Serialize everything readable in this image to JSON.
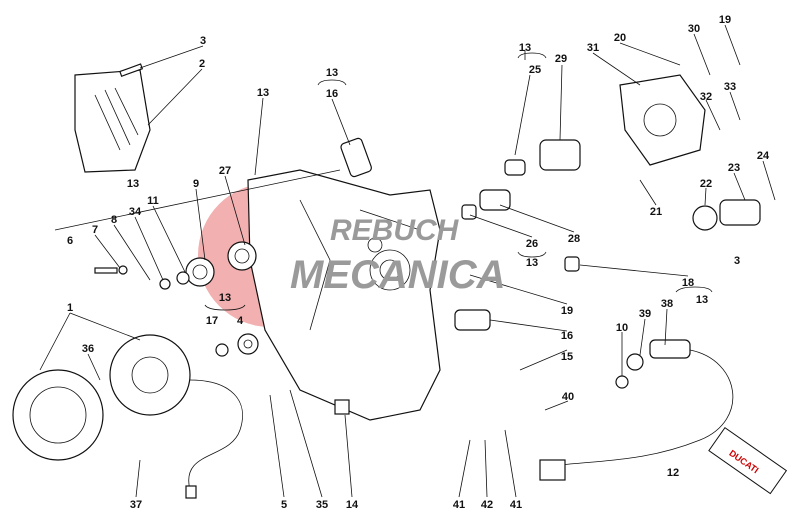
{
  "diagram": {
    "title": "Generator / water pump cover exploded view",
    "watermark": {
      "line1": "REBUCH",
      "line2": "MECANICA",
      "color": "#e87070"
    },
    "part_labels": [
      "1",
      "2",
      "3",
      "3",
      "4",
      "5",
      "6",
      "7",
      "8",
      "9",
      "10",
      "11",
      "12",
      "13",
      "13",
      "13",
      "13",
      "13",
      "13",
      "13",
      "14",
      "15",
      "16",
      "16",
      "17",
      "18",
      "19",
      "19",
      "20",
      "21",
      "22",
      "23",
      "24",
      "25",
      "26",
      "27",
      "28",
      "29",
      "30",
      "31",
      "32",
      "33",
      "34",
      "35",
      "36",
      "37",
      "38",
      "39",
      "40",
      "41",
      "41",
      "42"
    ],
    "tube_text": "DUCATI"
  }
}
